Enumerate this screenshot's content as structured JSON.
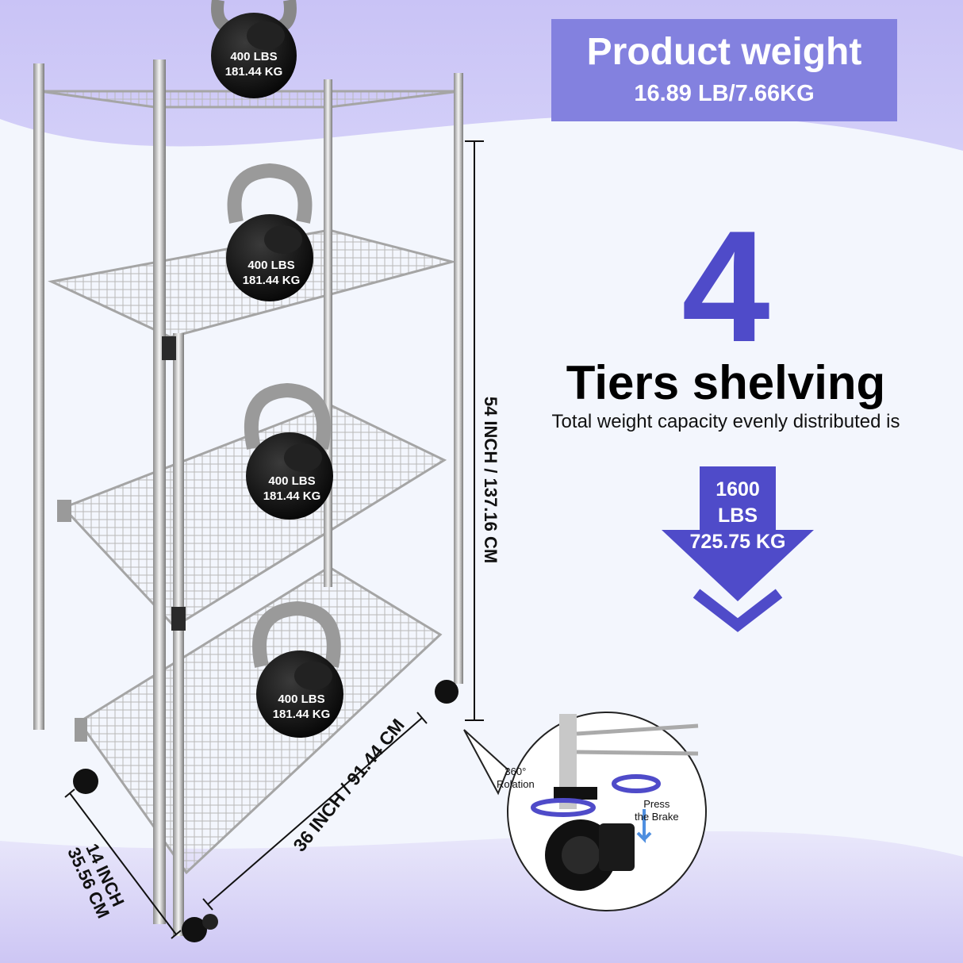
{
  "banner": {
    "title": "Product weight",
    "value": "16.89 LB/7.66KG"
  },
  "tiers": {
    "number": "4",
    "label": "Tiers shelving",
    "note": "Total weight capacity evenly distributed is"
  },
  "capacity": {
    "lbs": "1600",
    "unit": "LBS",
    "kg": "725.75 KG"
  },
  "dimensions": {
    "height": "54 INCH / 137.16 CM",
    "width": "36 INCH / 91.44 CM",
    "depth_in": "14 INCH",
    "depth_cm": "35.56 CM"
  },
  "kettlebells": [
    {
      "lbs": "400 LBS",
      "kg": "181.44 KG"
    },
    {
      "lbs": "400 LBS",
      "kg": "181.44 KG"
    },
    {
      "lbs": "400 LBS",
      "kg": "181.44 KG"
    },
    {
      "lbs": "400 LBS",
      "kg": "181.44 KG"
    }
  ],
  "wheel_inset": {
    "rotation": [
      "360°",
      "Rolation"
    ],
    "brake": [
      "Press",
      "the Brake"
    ]
  },
  "colors": {
    "accent": "#4f4bc9",
    "banner": "#8381df",
    "background": "#e3e2fb"
  }
}
